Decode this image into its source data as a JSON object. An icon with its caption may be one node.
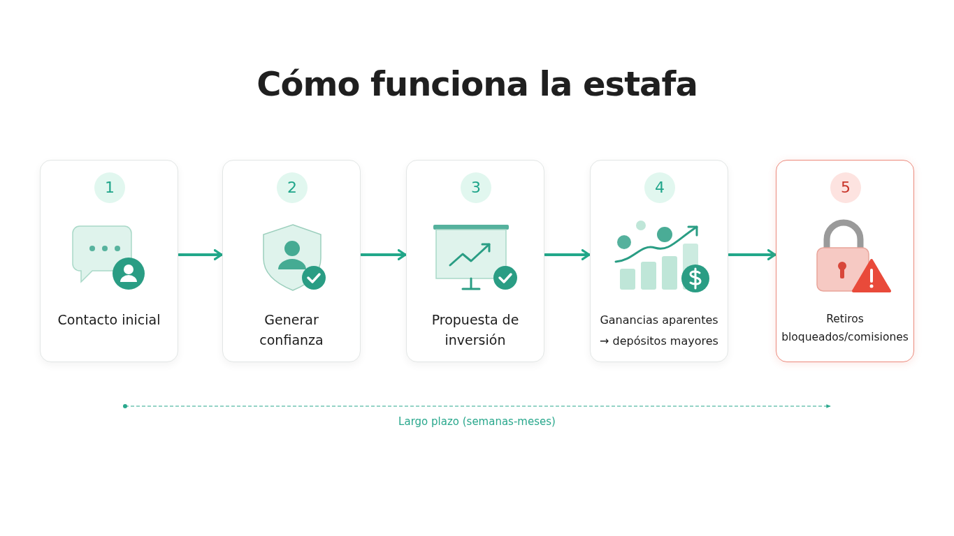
{
  "diagram": {
    "title": "Cómo funciona la estafa",
    "nodes": [
      {
        "text": [
          "1",
          "Contacto inicial"
        ]
      },
      {
        "text": [
          "2",
          "Generar confianza"
        ]
      },
      {
        "text": [
          "3",
          "Propuesta de inversión"
        ]
      },
      {
        "text": [
          "4",
          "Ganancias aparentes → depósitos mayores"
        ]
      },
      {
        "text": [
          "5",
          "Retiros bloqueados/comisiones"
        ]
      }
    ],
    "edges": [
      {
        "from": 0,
        "to": 1,
        "arrow": "to"
      },
      {
        "from": 1,
        "to": 2,
        "arrow": "to"
      },
      {
        "from": 2,
        "to": 3,
        "arrow": "to"
      },
      {
        "from": 3,
        "to": 4,
        "arrow": "to"
      }
    ],
    "labels": [
      "Largo plazo (semanas-meses)"
    ]
  }
}
